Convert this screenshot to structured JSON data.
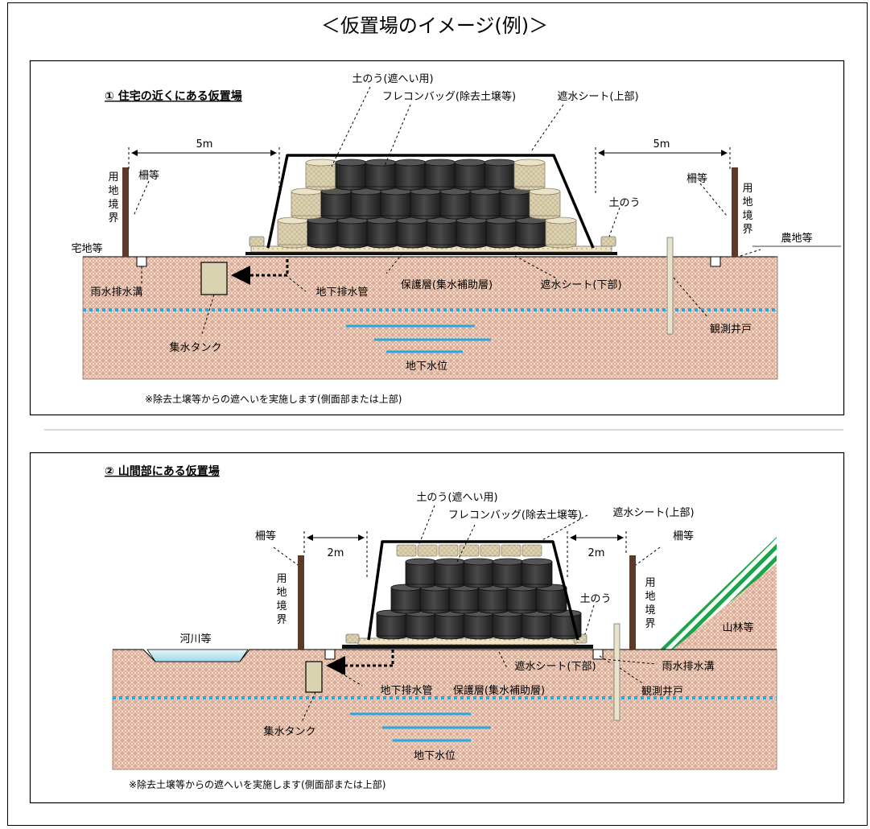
{
  "title": "＜仮置場のイメージ(例)＞",
  "colors": {
    "soil": "#dcae97",
    "dots": "#ffffff",
    "water": "#29a8e0",
    "sandbag": "#ddd3b2",
    "bag": "#3b3b3b",
    "pole": "#5b3a29",
    "forest": "#1fa34a",
    "protect": "#f1e4c6",
    "tank": "#d8d2b0"
  },
  "panel1": {
    "heading": "①  住宅の近くにある仮置場",
    "labels": {
      "sandbag_shield": "土のう(遮へい用)",
      "flexible_bag": "フレコンバッグ(除去土壌等)",
      "sheet_top": "遮水シート(上部)",
      "dist_left": "5m",
      "dist_right": "5m",
      "fence_left": "柵等",
      "fence_right": "柵等",
      "boundary_left": [
        "用",
        "地",
        "境",
        "界"
      ],
      "boundary_right": [
        "用",
        "地",
        "境",
        "界"
      ],
      "sandbag": "土のう",
      "residential": "宅地等",
      "farmland": "農地等",
      "rain_ditch": "雨水排水溝",
      "underdrain": "地下排水管",
      "protect_layer": "保護層(集水補助層)",
      "sheet_bottom": "遮水シート(下部)",
      "monitor_well": "観測井戸",
      "tank": "集水タンク",
      "groundwater": "地下水位"
    },
    "note": "※除去土壌等からの遮へいを実施します(側面部または上部)"
  },
  "panel2": {
    "heading": "②  山間部にある仮置場",
    "labels": {
      "sandbag_shield": "土のう(遮へい用)",
      "flexible_bag": "フレコンバッグ(除去土壌等)",
      "sheet_top": "遮水シート(上部)",
      "fence_left": "柵等",
      "fence_right": "柵等",
      "dist_left": "2m",
      "dist_right": "2m",
      "boundary_left": [
        "用",
        "地",
        "境",
        "界"
      ],
      "boundary_right": [
        "用",
        "地",
        "境",
        "界"
      ],
      "sandbag": "土のう",
      "river": "河川等",
      "forest": "山林等",
      "sheet_bottom": "遮水シート(下部)",
      "rain_ditch": "雨水排水溝",
      "underdrain": "地下排水管",
      "protect_layer": "保護層(集水補助層)",
      "monitor_well": "観測井戸",
      "tank": "集水タンク",
      "groundwater": "地下水位"
    },
    "note": "※除去土壌等からの遮へいを実施します(側面部または上部)"
  }
}
